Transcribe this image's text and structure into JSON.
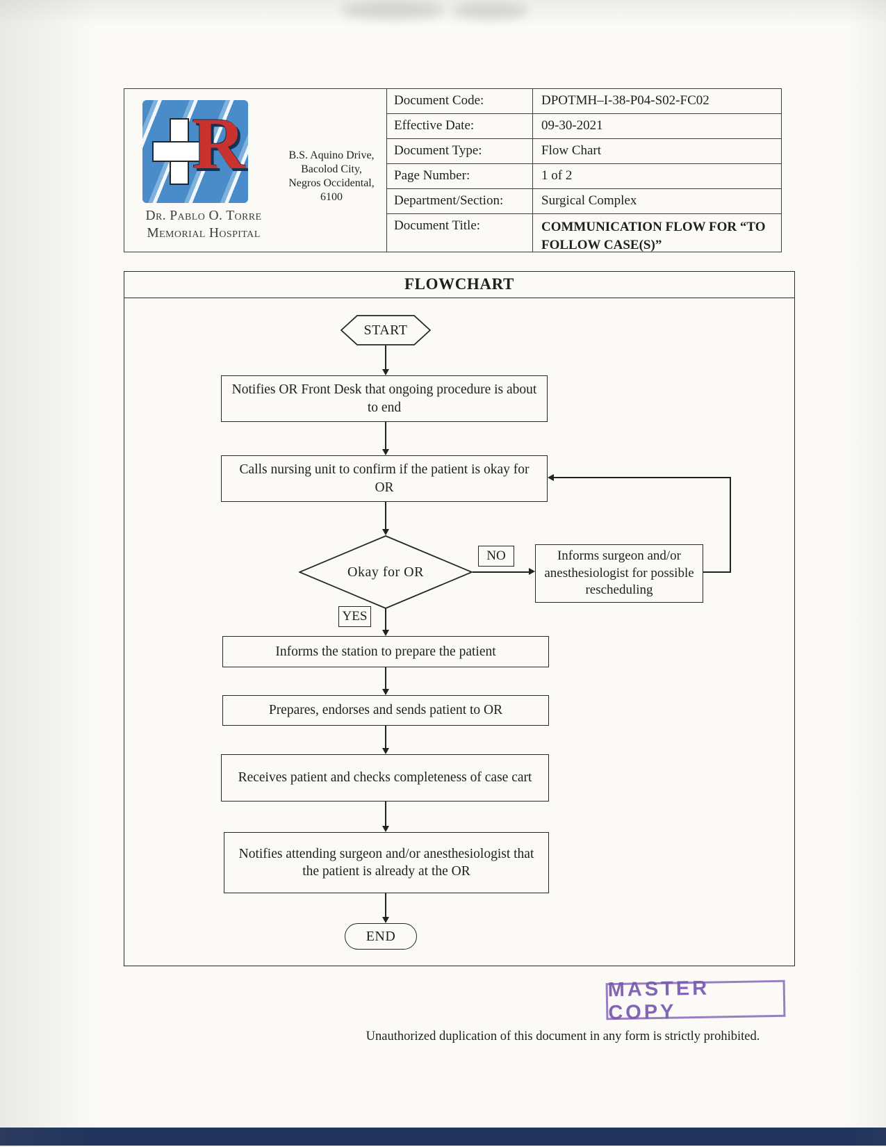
{
  "document": {
    "hospital": {
      "name_line1": "Dr. Pablo O. Torre",
      "name_line2": "Memorial Hospital",
      "address": "B.S. Aquino Drive,\nBacolod City,\nNegros Occidental,\n6100",
      "logo_letter": "R"
    },
    "fields": [
      {
        "label": "Document Code:",
        "value": "DPOTMH–I-38-P04-S02-FC02"
      },
      {
        "label": "Effective Date:",
        "value": "09-30-2021"
      },
      {
        "label": "Document Type:",
        "value": "Flow Chart"
      },
      {
        "label": "Page Number:",
        "value": "1 of 2"
      },
      {
        "label": "Department/Section:",
        "value": "Surgical Complex"
      },
      {
        "label": "Document Title:",
        "value": "COMMUNICATION FLOW FOR “TO FOLLOW CASE(S)”"
      }
    ]
  },
  "flowchart": {
    "title": "FLOWCHART",
    "start_label": "START",
    "steps": {
      "notify_frontdesk": "Notifies OR Front Desk that ongoing procedure is about to end",
      "call_nursing": "Calls nursing unit to confirm if the patient is okay for OR",
      "decision": "Okay for OR",
      "no_label": "NO",
      "yes_label": "YES",
      "reschedule": "Informs surgeon and/or anesthesiologist for possible rescheduling",
      "prepare_station": "Informs the station to prepare the patient",
      "send_patient": "Prepares, endorses and sends patient to OR",
      "receive_patient": "Receives patient and checks completeness of case cart",
      "notify_surgeon": "Notifies attending surgeon and/or anesthesiologist that the patient is already at the OR"
    },
    "end_label": "END"
  },
  "stamp_text": "MASTER COPY",
  "footer_note": "Unauthorized duplication of this document in any form is strictly prohibited.",
  "colors": {
    "stamp": "#7d5fb2",
    "line": "#222222",
    "scan_strip": "#22345c",
    "logo_blue": "#4a8cc9",
    "logo_red": "#c8332f"
  }
}
